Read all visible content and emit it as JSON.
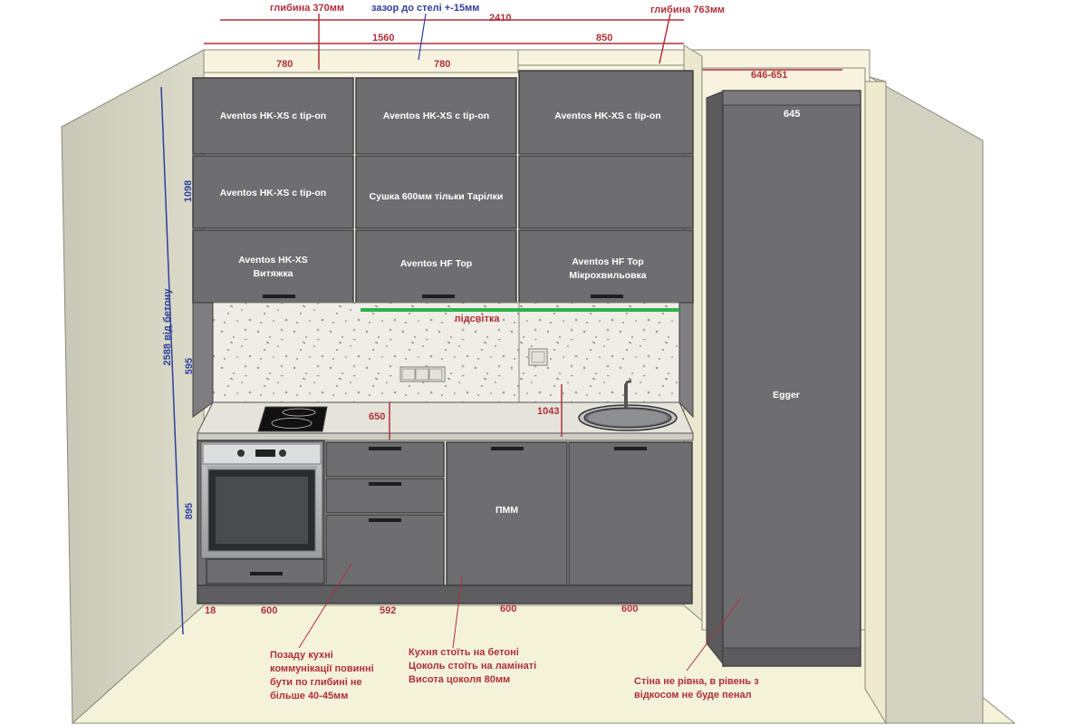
{
  "top_labels": {
    "depth_upper": "глибина 370мм",
    "ceiling_gap": "зазор до стелі +-15мм",
    "total_width": "2410",
    "depth_right": "глибина 763мм",
    "upper_left_width": "1560",
    "upper_right_width": "850",
    "cab1_width": "780",
    "cab2_width": "780",
    "tall_gap": "646-651",
    "tall_width": "645"
  },
  "side_labels": {
    "height_total": "2588 від бетону",
    "upper_height": "1098",
    "backsplash_height": "595",
    "base_height": "895"
  },
  "upper_cabinets": {
    "c1_top": "Aventos HK-XS с tip-on",
    "c2_top": "Aventos HK-XS с tip-on",
    "c3_top": "Aventos HK-XS с tip-on",
    "c1_mid": "Aventos HK-XS с tip-on",
    "c2_mid": "Сушка 600мм тільки Тарілки",
    "c1_bot_line1": "Aventos HK-XS",
    "c1_bot_line2": "Витяжка",
    "c2_bot": "Aventos HF Top",
    "c3_bot_line1": "Aventos HF Top",
    "c3_bot_line2": "Мікрохвильовка"
  },
  "backsplash": {
    "light_label": "підсвітка",
    "socket_height": "650",
    "faucet_height": "1043"
  },
  "base_cabinets": {
    "dishwasher": "ПММ",
    "tall_column": "Egger"
  },
  "bottom_dims": {
    "side_panel": "18",
    "oven_width": "600",
    "drawers_width": "592",
    "dishwasher_width": "600",
    "sink_width": "600"
  },
  "notes": {
    "communications": "Позаду кухні\nкоммунікації повинні\nбути по глибині не\nбільше 40-45мм",
    "floor": "Кухня стоїть на бетоні\nЦоколь стоїть на ламінаті\nВисота цоколя 80мм",
    "wall": "Стіна не рівна, в рівень з\nвідкосом не буде  пенал"
  },
  "colors": {
    "cabinet": "#6e6e70",
    "wall": "#d6d5c4",
    "floor": "#f3f0d6",
    "dim_red": "#b0303a",
    "dim_blue": "#2e3f9a",
    "led_green": "#2db34a"
  }
}
